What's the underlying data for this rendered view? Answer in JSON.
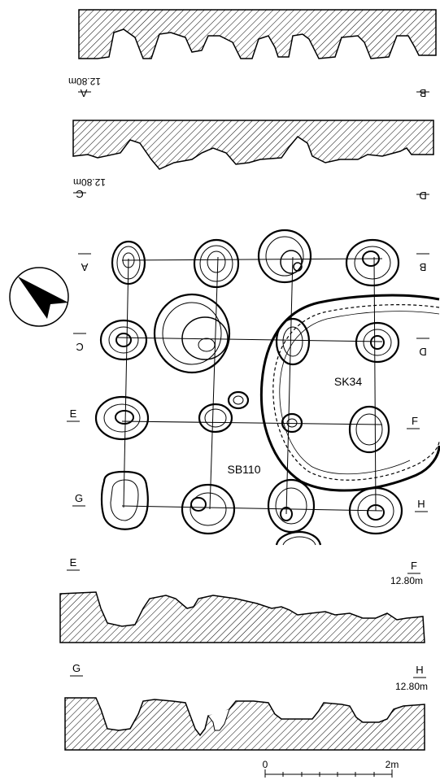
{
  "sections": {
    "ab": {
      "left_label": "A",
      "right_label": "B",
      "elevation": "12.80m"
    },
    "cd": {
      "left_label": "C",
      "right_label": "D",
      "elevation": "12.80m"
    },
    "ef": {
      "left_label": "E",
      "right_label": "F",
      "elevation": "12.80m"
    },
    "gh": {
      "left_label": "G",
      "right_label": "H",
      "elevation": "12.80m"
    }
  },
  "plan": {
    "building_label": "SB110",
    "pit_label": "SK34",
    "row_labels": {
      "a": "A",
      "b": "B",
      "c": "C",
      "d": "D",
      "e": "E",
      "f": "F",
      "g": "G",
      "h": "H"
    }
  },
  "scale_bar": {
    "start_label": "0",
    "end_label": "2m"
  },
  "north_arrow": {
    "icon": "north-arrow-icon"
  },
  "colors": {
    "ink": "#000000",
    "paper": "#ffffff"
  }
}
